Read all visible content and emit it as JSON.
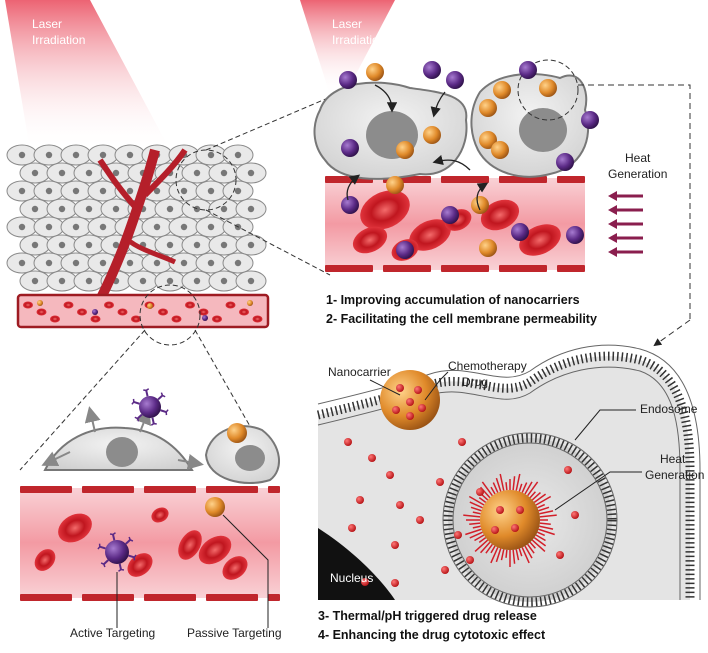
{
  "labels": {
    "laser_left": [
      "Laser",
      "Irradiation"
    ],
    "laser_right": [
      "Laser",
      "Irradiation"
    ],
    "heat_top": [
      "Heat",
      "Generation"
    ],
    "nanocarrier": "Nanocarrier",
    "chemo": [
      "Chemotherapy",
      "Drug"
    ],
    "endosome": "Endosome",
    "heat_bottom": [
      "Heat",
      "Generation"
    ],
    "nucleus": "Nucleus",
    "active_targeting": "Active Targeting",
    "passive_targeting": "Passive Targeting"
  },
  "steps": {
    "s1": "1- Improving accumulation of nanocarriers",
    "s2": "2- Facilitating the cell membrane permeability",
    "s3": "3- Thermal/pH triggered drug release",
    "s4": "4- Enhancing the drug cytotoxic effect"
  },
  "colors": {
    "vessel": "#c0262c",
    "blood_cell": "#d7262e",
    "nanoparticle": "#e08a2a",
    "ligand_particle": "#5b2a86",
    "laser": "#ee6a78",
    "arrow": "#8a1e4e",
    "cell": "#e6e6e6",
    "nucleus": "#8c8c8c"
  }
}
